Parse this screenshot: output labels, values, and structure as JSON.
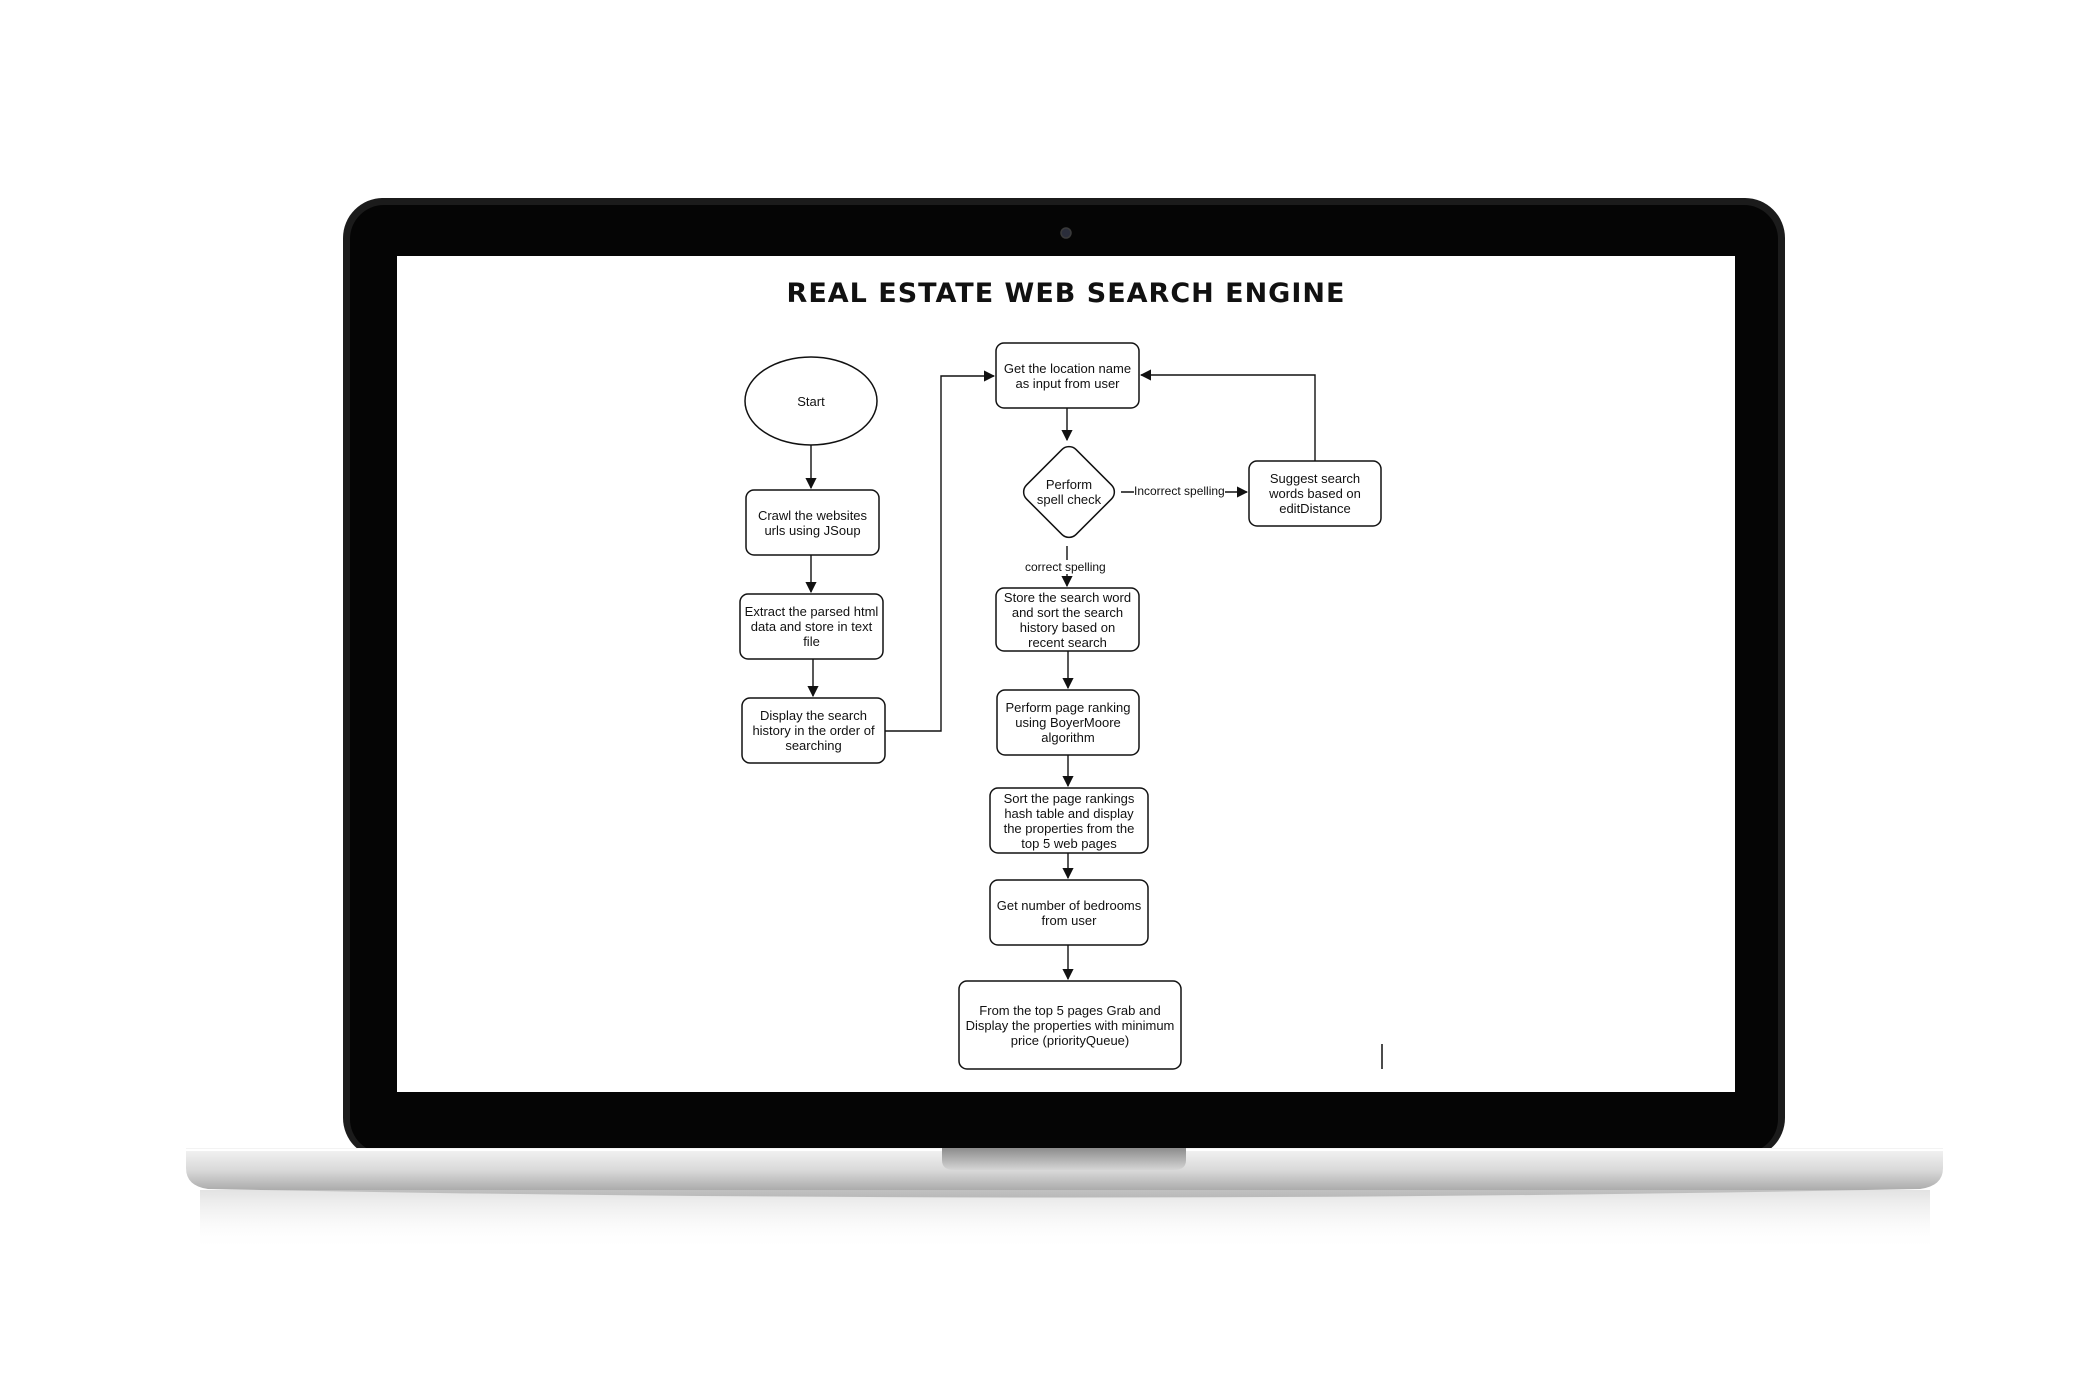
{
  "diagram": {
    "title": "REAL ESTATE WEB SEARCH ENGINE",
    "nodes": {
      "start": "Start",
      "crawl": "Crawl the websites urls using JSoup",
      "extract": "Extract the parsed html data and store in text file",
      "display_history": "Display the search history in the order of searching",
      "get_location": "Get the location name as input from user",
      "spell_check": "Perform spell check",
      "suggest": "Suggest search words based on editDistance",
      "store_search": "Store the search word and sort the search history based on recent search",
      "page_ranking": "Perform page ranking using BoyerMoore algorithm",
      "sort_rankings": "Sort the page rankings hash table and display the properties from the top 5 web pages",
      "bedrooms": "Get number of bedrooms from user",
      "min_price": "From the top 5 pages Grab and Display the properties with minimum price (priorityQueue)"
    },
    "edge_labels": {
      "incorrect": "Incorrect spelling",
      "correct": "correct spelling"
    }
  }
}
